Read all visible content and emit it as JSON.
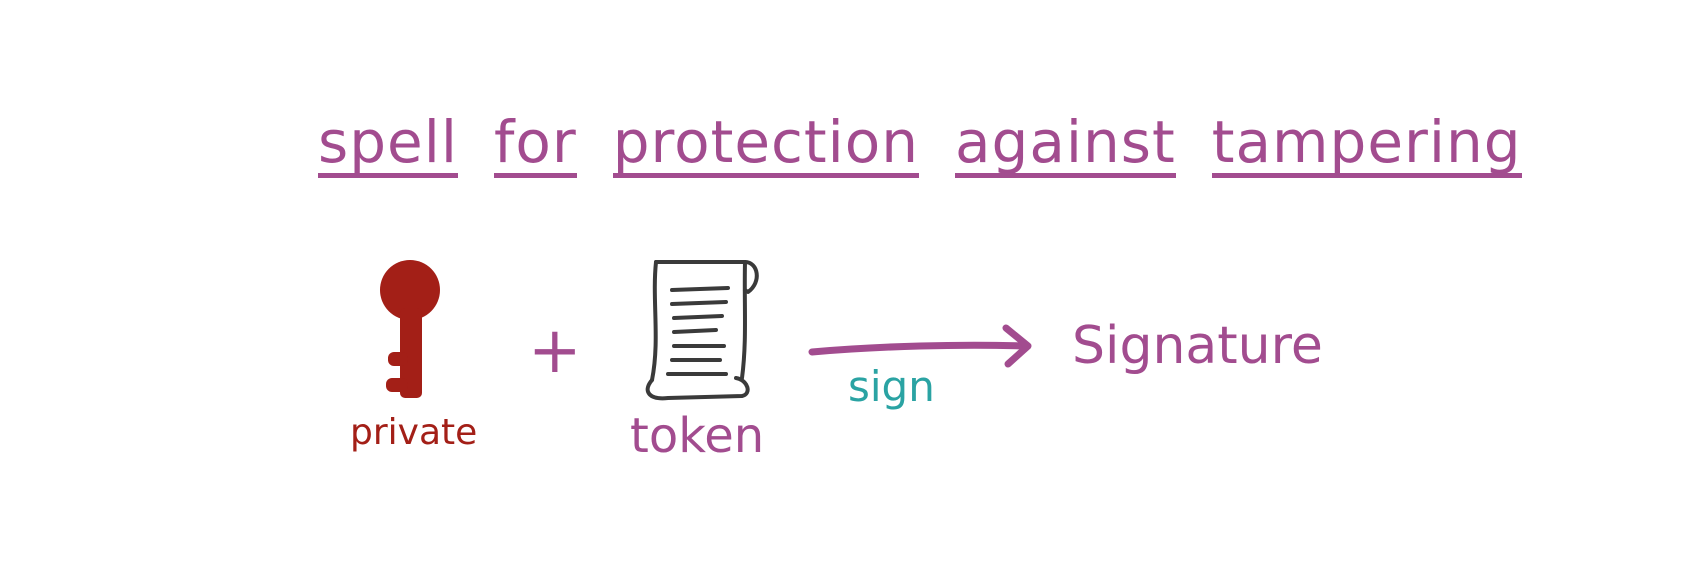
{
  "title": {
    "words": [
      "spell",
      "for",
      "protection",
      "against",
      "tampering"
    ]
  },
  "key": {
    "label": "private",
    "icon": "key-icon",
    "color": "#a31f17"
  },
  "operator": {
    "plus": "+"
  },
  "token": {
    "label": "token",
    "icon": "scroll-icon"
  },
  "arrow": {
    "label": "sign",
    "icon": "arrow-right-icon",
    "label_color": "#2aa3a3"
  },
  "result": {
    "label": "Signature"
  },
  "colors": {
    "purple": "#a24c8f",
    "red": "#a31f17",
    "teal": "#2aa3a3",
    "ink": "#3a3a3a"
  }
}
